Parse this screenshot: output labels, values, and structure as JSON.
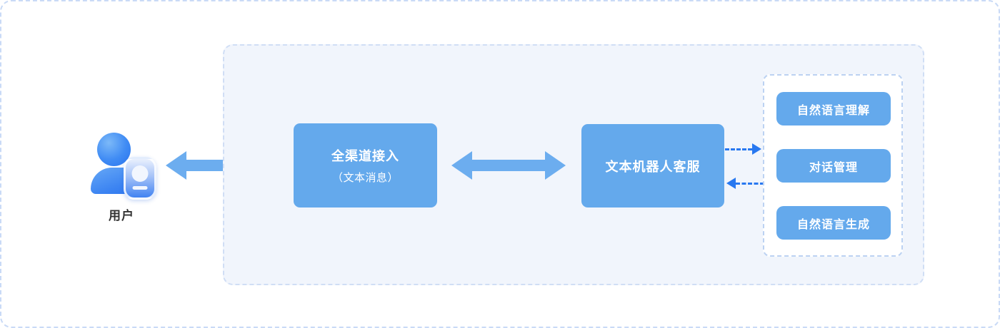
{
  "diagram": {
    "user": {
      "label": "用户"
    },
    "nodes": {
      "channel": {
        "line1": "全渠道接入",
        "line2": "（文本消息）"
      },
      "bot": {
        "label": "文本机器人客服"
      }
    },
    "nlp_group": {
      "items": [
        {
          "label": "自然语言理解"
        },
        {
          "label": "对话管理"
        },
        {
          "label": "自然语言生成"
        }
      ]
    },
    "colors": {
      "node_blue": "#64a9ec",
      "arrow_blue": "#6cadef",
      "dashed_arrow_blue": "#2878f0",
      "panel_bg": "#f1f5fc",
      "panel_border": "#d0def5",
      "group_border": "#bcd2f2",
      "outer_border": "#c9daf6",
      "label_color": "#333333"
    }
  }
}
